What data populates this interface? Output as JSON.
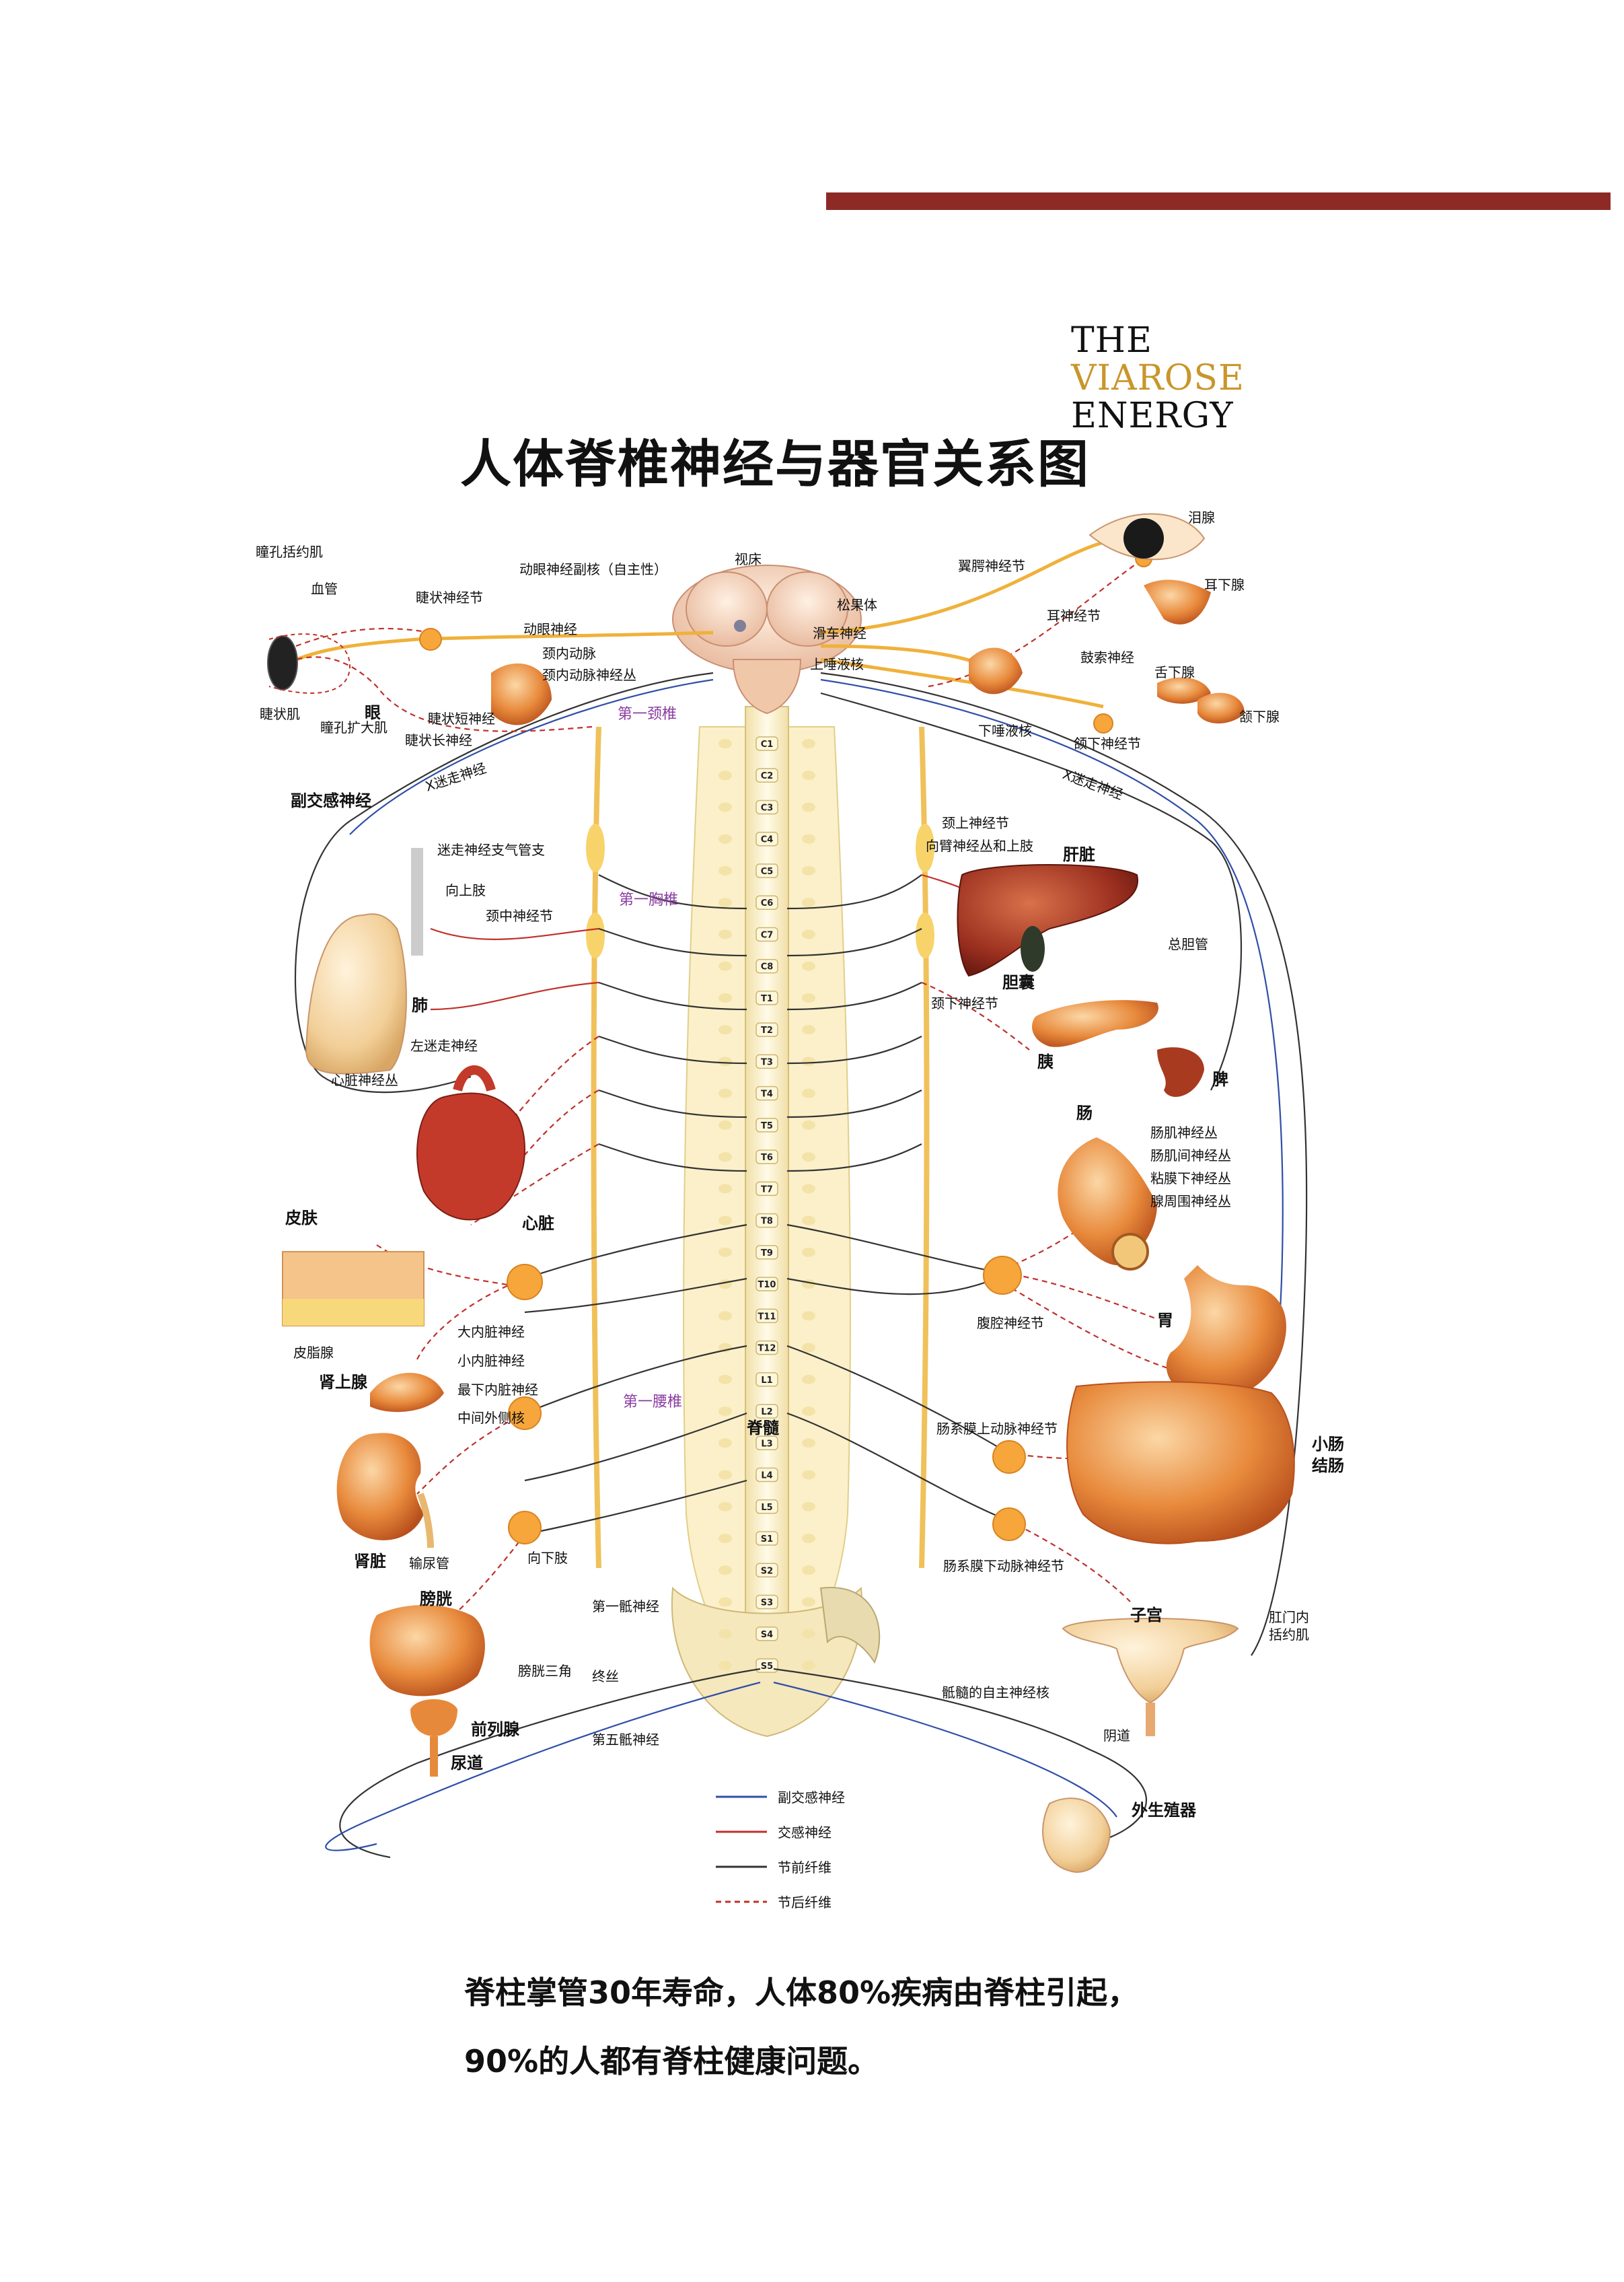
{
  "brand": {
    "line1": "THE",
    "line2": "VIAROSE",
    "line3": "ENERGY",
    "gold": "#c9962a",
    "bar_color": "#8e2a26"
  },
  "title": "人体脊椎神经与器官关系图",
  "left_labels": {
    "pupil_sphincter": "瞳孔括约肌",
    "blood_vessel": "血管",
    "ciliary_ganglion": "睫状神经节",
    "oculomotor_accessory": "动眼神经副核（自主性）",
    "oculomotor": "动眼神经",
    "internal_carotid": "颈内动脉",
    "internal_carotid_plexus": "颈内动脉神经丛",
    "ciliary_muscle": "睫状肌",
    "eye": "眼",
    "pupil_dilator": "瞳孔扩大肌",
    "short_ciliary": "睫状短神经",
    "long_ciliary": "睫状长神经",
    "parasympathetic": "副交感神经",
    "vagus_left": "X迷走神经",
    "vagus_bronchial": "迷走神经支气管支",
    "upper_limb": "向上肢",
    "middle_cervical": "颈中神经节",
    "lung": "肺",
    "left_vagus": "左迷走神经",
    "cardiac_plexus": "心脏神经丛",
    "heart": "心脏",
    "skin": "皮肤",
    "sebaceous": "皮脂腺",
    "greater_splanchnic": "大内脏神经",
    "lesser_splanchnic": "小内脏神经",
    "least_splanchnic": "最下内脏神经",
    "intermediolateral": "中间外侧核",
    "adrenal": "肾上腺",
    "kidney": "肾脏",
    "ureter": "输尿管",
    "lower_limb": "向下肢",
    "bladder": "膀胱",
    "first_sacral": "第一骶神经",
    "trigone": "膀胱三角",
    "filum": "终丝",
    "prostate": "前列腺",
    "fifth_sacral": "第五骶神经",
    "urethra": "尿道"
  },
  "center_labels": {
    "thalamus": "视床",
    "pineal": "松果体",
    "trochlear": "滑车神经",
    "sup_salivatory": "上唾液核",
    "first_cervical": "第一颈椎",
    "first_thoracic": "第一胸椎",
    "first_lumbar": "第一腰椎",
    "spinal_cord": "脊髓"
  },
  "right_labels": {
    "lacrimal": "泪腺",
    "pterygopalatine": "翼腭神经节",
    "parotid": "耳下腺",
    "otic": "耳神经节",
    "chorda": "鼓索神经",
    "sublingual": "舌下腺",
    "submandibular": "颔下腺",
    "inf_salivatory": "下唾液核",
    "submandibular_ganglion": "颌下神经节",
    "vagus_right": "X迷走神经",
    "superior_cervical": "颈上神经节",
    "brachial": "向臂神经丛和上肢",
    "liver": "肝脏",
    "bile_duct": "总胆管",
    "gallbladder": "胆囊",
    "inferior_cervical": "颈下神经节",
    "pancreas": "胰",
    "spleen": "脾",
    "intestine": "肠",
    "myenteric": "肠肌神经丛",
    "intermuscular": "肠肌间神经丛",
    "submucosal": "粘膜下神经丛",
    "periglandular": "腺周围神经丛",
    "celiac": "腹腔神经节",
    "stomach": "胃",
    "sup_mesenteric": "肠系膜上动脉神经节",
    "small_intestine": "小肠",
    "colon": "结肠",
    "inf_mesenteric": "肠系膜下动脉神经节",
    "uterus": "子宫",
    "anal_sphincter_1": "肛门内",
    "anal_sphincter_2": "括约肌",
    "sacral_autonomic": "骶髓的自主神经核",
    "vagina": "阴道",
    "genitals": "外生殖器"
  },
  "vertebrae": {
    "cervical": [
      "C1",
      "C2",
      "C3",
      "C4",
      "C5",
      "C6",
      "C7",
      "C8"
    ],
    "thoracic": [
      "T1",
      "T2",
      "T3",
      "T4",
      "T5",
      "T6",
      "T7",
      "T8",
      "T9",
      "T10",
      "T11",
      "T12"
    ],
    "lumbar": [
      "L1",
      "L2",
      "L3",
      "L4",
      "L5"
    ],
    "sacral": [
      "S1",
      "S2",
      "S3",
      "S4",
      "S5"
    ]
  },
  "legend": [
    {
      "label": "副交感神经",
      "color": "#2f4fa8",
      "style": "solid"
    },
    {
      "label": "交感神经",
      "color": "#c0302a",
      "style": "solid"
    },
    {
      "label": "节前纤维",
      "color": "#333333",
      "style": "solid"
    },
    {
      "label": "节后纤维",
      "color": "#c0302a",
      "style": "dashed"
    }
  ],
  "caption": {
    "line1": "脊柱掌管30年寿命，人体80%疾病由脊柱引起，",
    "line2": "90%的人都有脊柱健康问题。"
  }
}
